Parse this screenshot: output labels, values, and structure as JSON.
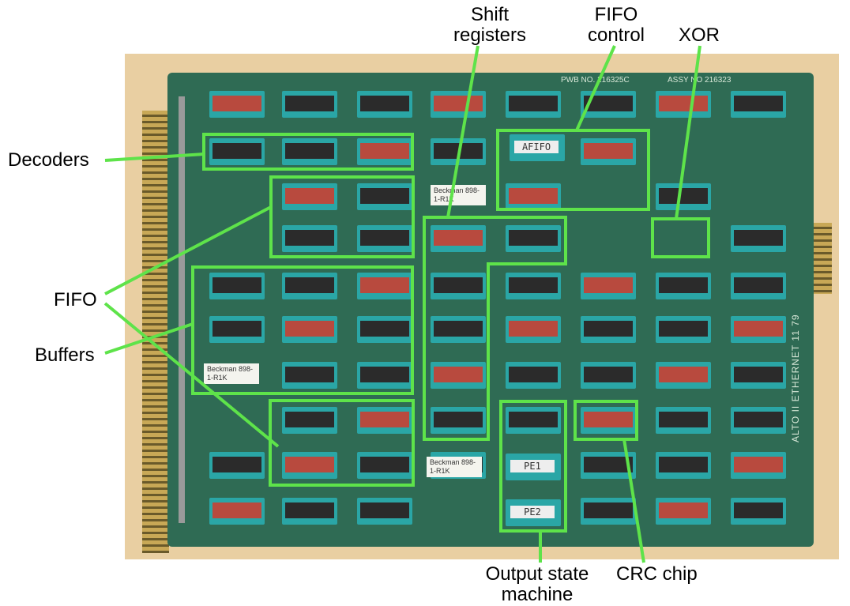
{
  "annotations": {
    "shift_registers": "Shift registers",
    "fifo_control": "FIFO control",
    "xor": "XOR",
    "decoders": "Decoders",
    "fifo": "FIFO",
    "buffers": "Buffers",
    "output_state_machine": "Output state machine",
    "crc_chip": "CRC chip"
  },
  "board_text": {
    "pwb": "PWB NO. 216325C",
    "assy": "ASSY NO 216323",
    "name": "ALTO II ETHERNET 11 79"
  },
  "chip_labels": {
    "afifo": "AFIFO",
    "pe1": "PE1",
    "pe2": "PE2",
    "resistor_pack": "Beckman 898-1-R1K"
  },
  "colors": {
    "highlight": "#5ee34a",
    "pcb": "#2f6b54",
    "background": "#e9cfa2"
  }
}
